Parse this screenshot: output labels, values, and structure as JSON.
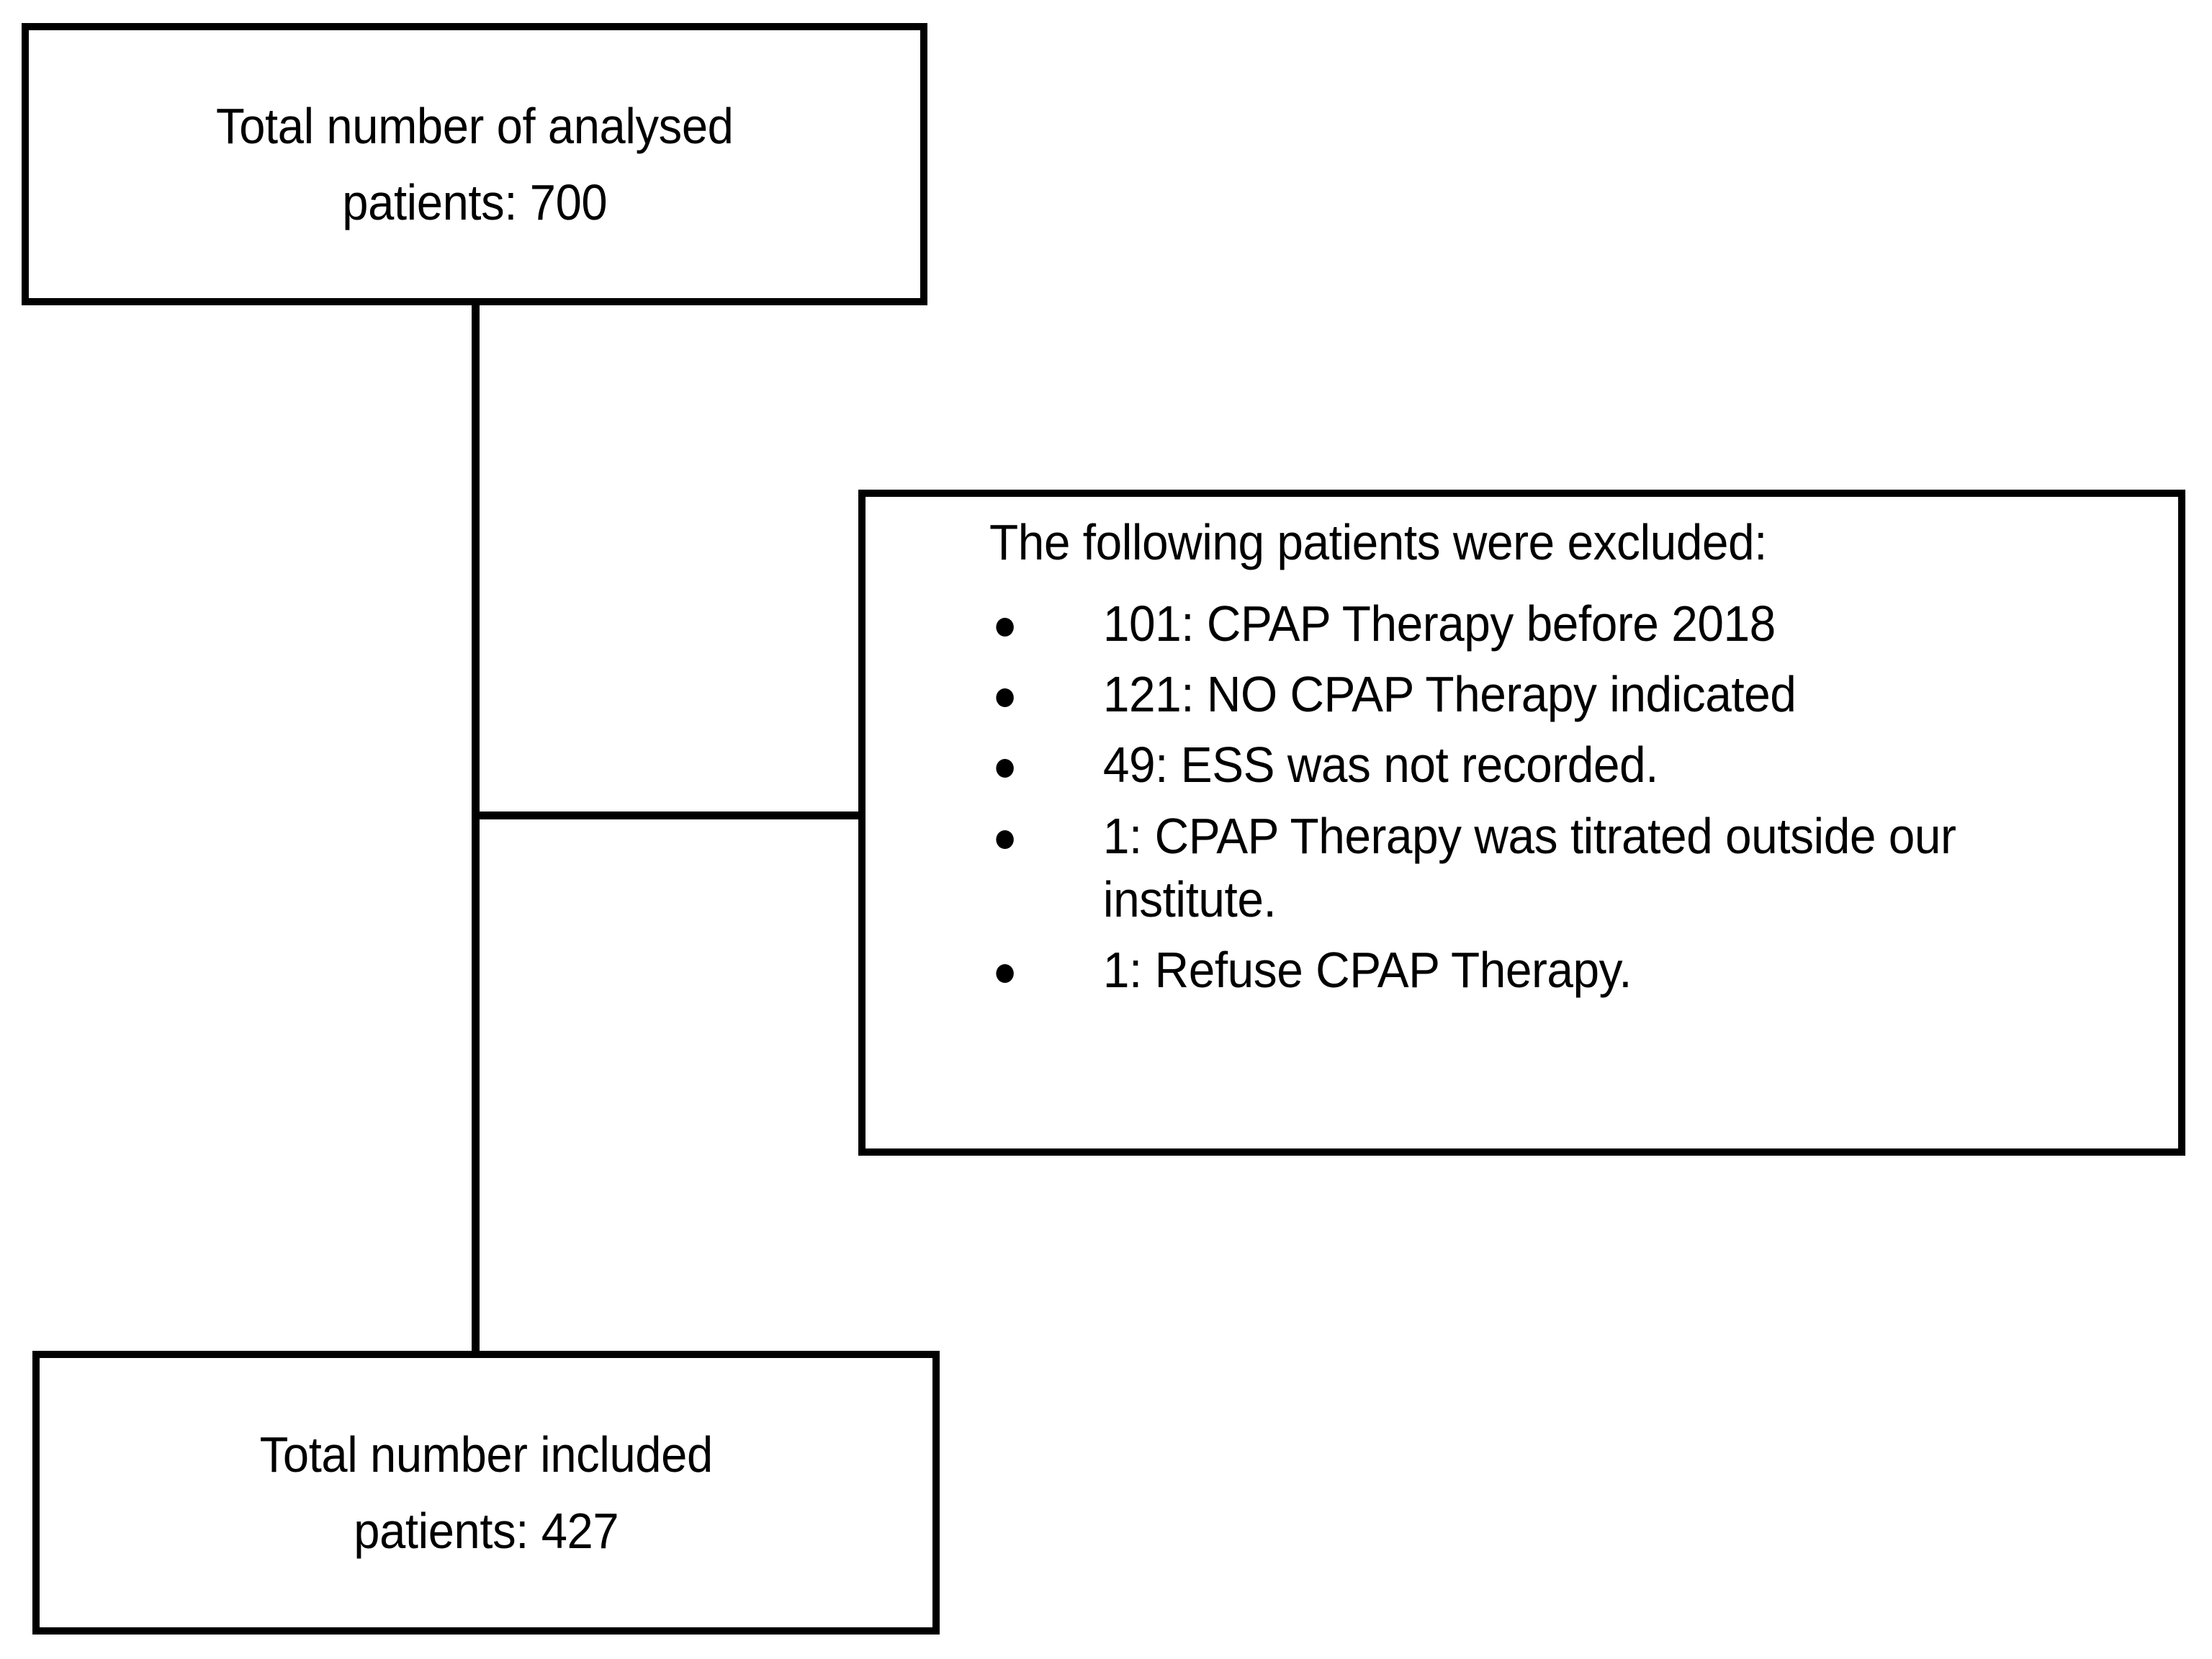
{
  "diagram": {
    "type": "patient-flow-chart",
    "nodes": {
      "analysed": {
        "line1": "Total number of analysed",
        "line2": "patients: 700",
        "count": 700
      },
      "included": {
        "line1": "Total number included",
        "line2": "patients: 427",
        "count": 427
      },
      "excluded": {
        "heading": "The following patients were excluded:",
        "items": [
          {
            "text": "101: CPAP Therapy before 2018",
            "count": 101
          },
          {
            "text": "121: NO CPAP Therapy indicated",
            "count": 121
          },
          {
            "text": "49: ESS was not recorded.",
            "count": 49
          },
          {
            "text": "1: CPAP Therapy was titrated outside our institute.",
            "count": 1
          },
          {
            "text": "1: Refuse CPAP Therapy.",
            "count": 1
          }
        ]
      }
    },
    "colors": {
      "stroke": "#000000",
      "fill": "#ffffff",
      "text": "#000000"
    }
  }
}
